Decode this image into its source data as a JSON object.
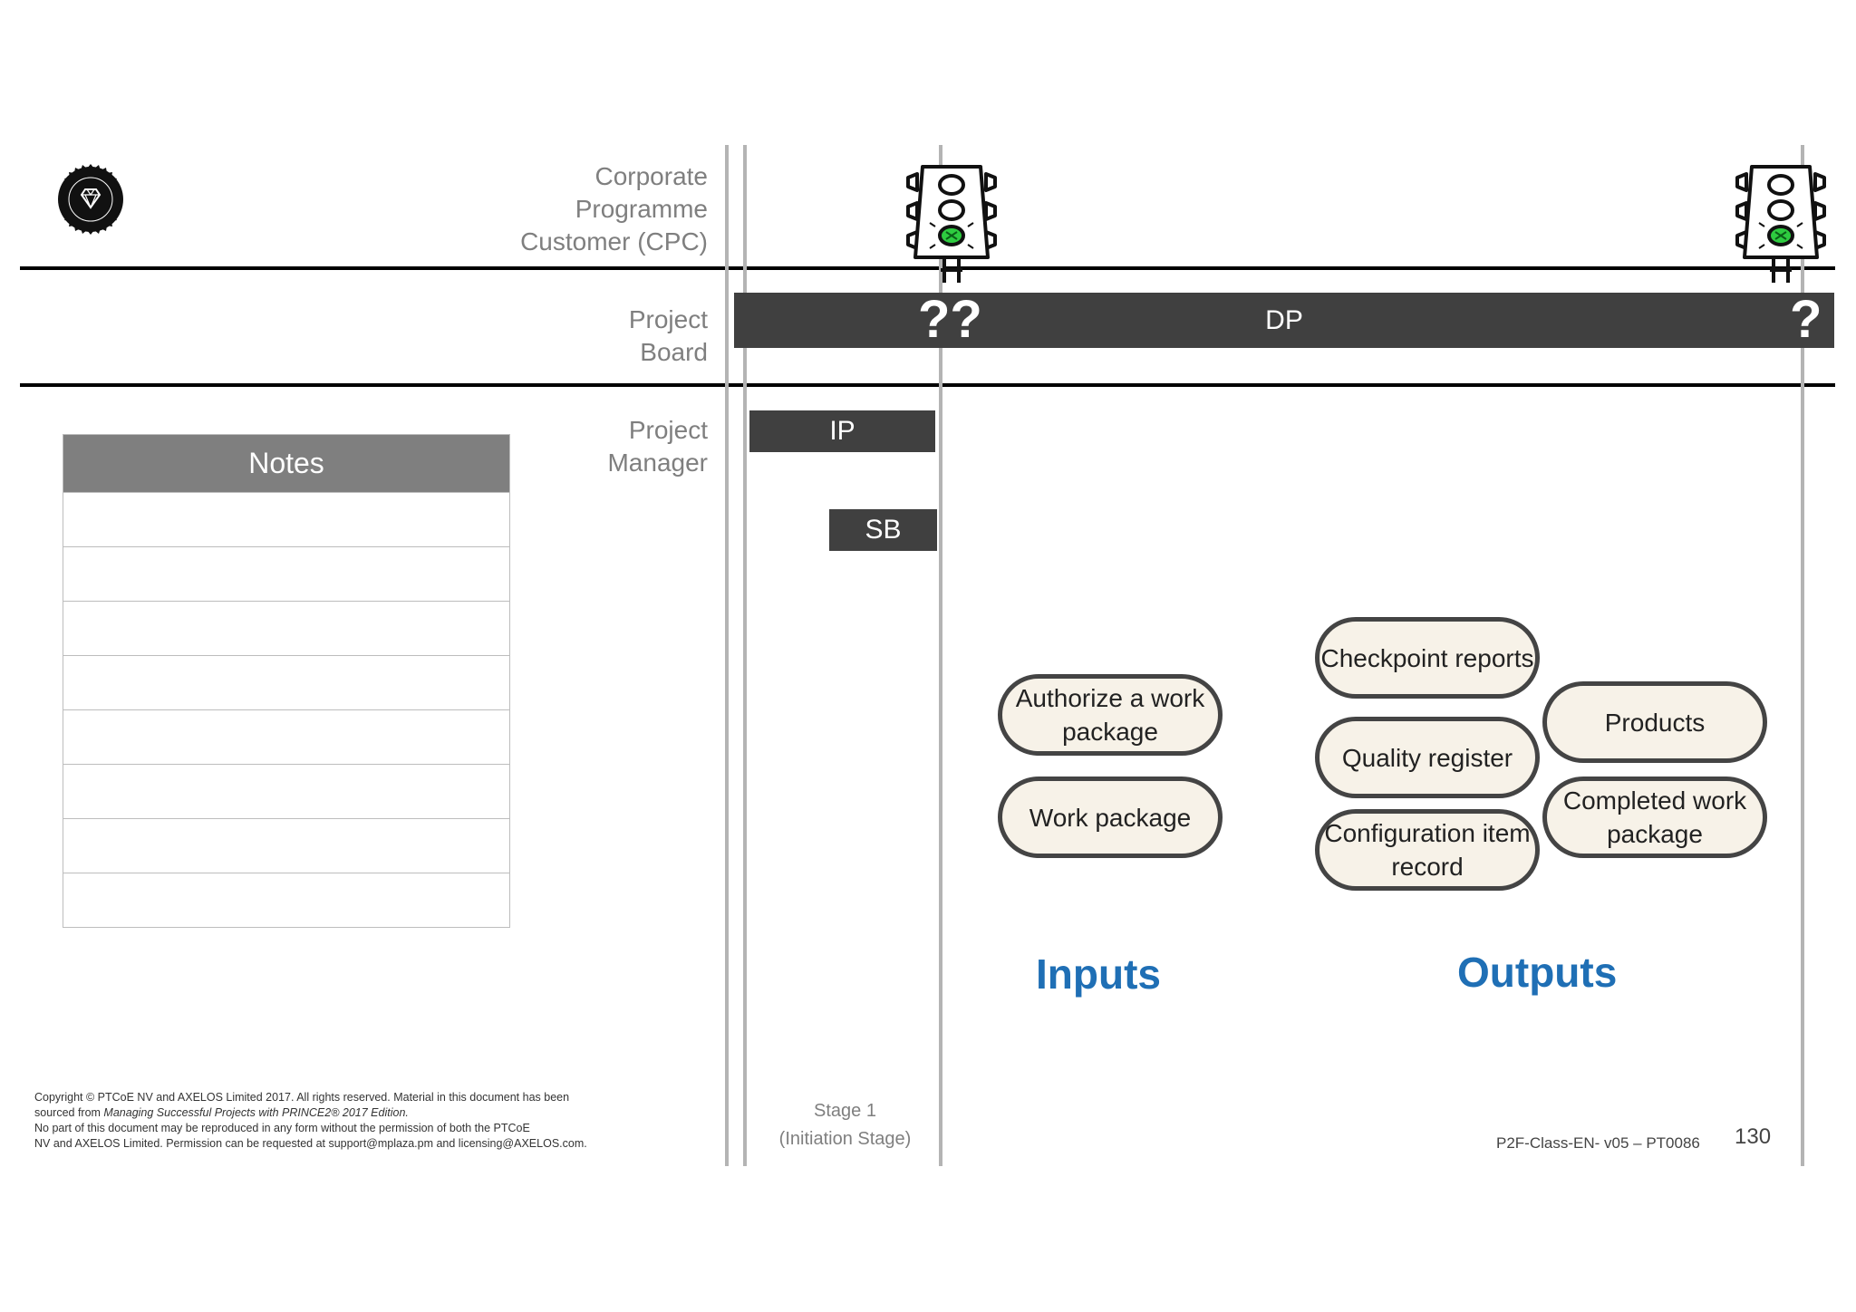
{
  "roles": {
    "cpc": [
      "Corporate",
      "Programme",
      "Customer (CPC)"
    ],
    "board": [
      "Project",
      "Board"
    ],
    "manager": [
      "Project",
      "Manager"
    ]
  },
  "bars": {
    "dp": "DP",
    "ip": "IP",
    "sb": "SB"
  },
  "decision_marks": {
    "first": "??",
    "second": "?"
  },
  "notes": {
    "title": "Notes",
    "row_count": 8
  },
  "inputs": {
    "heading": "Inputs",
    "items": [
      "Authorize a work package",
      "Work package"
    ]
  },
  "outputs": {
    "heading": "Outputs",
    "items": [
      "Checkpoint reports",
      "Quality register",
      "Configuration item record",
      "Products",
      "Completed work package"
    ]
  },
  "stage": {
    "line1": "Stage 1",
    "line2": "(Initiation Stage)"
  },
  "footer": {
    "copyright_l1": "Copyright © PTCoE NV and AXELOS Limited 2017. All rights reserved. Material in this document has been",
    "copyright_l2a": "sourced from ",
    "copyright_l2b": "Managing Successful Projects with PRINCE2® 2017 Edition.",
    "copyright_l3": "No part of this document may be reproduced in any form without the permission of both the PTCoE",
    "copyright_l4": "NV and AXELOS Limited. Permission can be requested at support@mplaza.pm and licensing@AXELOS.com.",
    "doc_code": "P2F-Class-EN- v05 – PT0086",
    "page_number": "130"
  },
  "colors": {
    "bar": "#404040",
    "accent_blue": "#1f6fb5",
    "pill_fill": "#f7f2e8",
    "green_light": "#2ecc40"
  }
}
